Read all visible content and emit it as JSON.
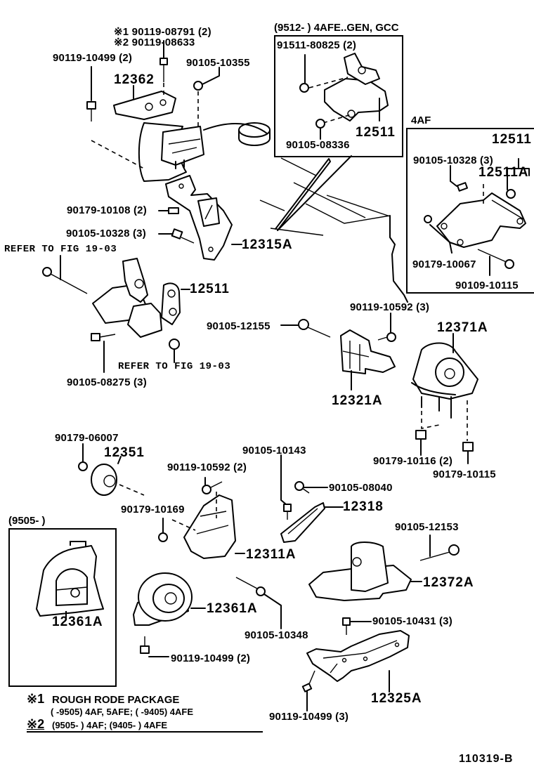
{
  "diagram": {
    "type": "exploded parts diagram",
    "subject": "Engine mounting (mounts, brackets, insulators)",
    "figure_code": "110319-B"
  },
  "groups": {
    "gen_gcc": {
      "caption": "(9512-      ) 4AFE..GEN, GCC"
    },
    "4af": {
      "caption": "4AF"
    },
    "9505": {
      "caption": "(9505-       )"
    }
  },
  "labels": {
    "p_90119_08791": "※1 90119-08791 (2)",
    "p_90119_08633": "※2 90119-08633",
    "p_90119_10499_top": "90119-10499 (2)",
    "p_90105_10355": "90105-10355",
    "p_12362": "12362",
    "p_91511_80825": "91511-80825 (2)",
    "p_12511_gen": "12511",
    "p_90105_08336": "90105-08336",
    "p_12511_4af": "12511",
    "p_90105_10328_4af": "90105-10328 (3)",
    "p_12511A": "12511A",
    "p_90179_10067": "90179-10067",
    "p_90109_10115": "90109-10115",
    "p_90179_10108": "90179-10108 (2)",
    "p_90105_10328": "90105-10328 (3)",
    "p_12315A": "12315A",
    "refer_1": "REFER TO FIG 19-03",
    "p_12511_mid": "12511",
    "p_90105_08275": "90105-08275 (3)",
    "refer_2": "REFER TO FIG 19-03",
    "p_90119_10592_3": "90119-10592 (3)",
    "p_90105_12155": "90105-12155",
    "p_12371A": "12371A",
    "p_12321A": "12321A",
    "p_90179_10116": "90179-10116 (2)",
    "p_90179_10115": "90179-10115",
    "p_90179_06007": "90179-06007",
    "p_12351": "12351",
    "p_90119_10592_2": "90119-10592 (2)",
    "p_90105_10143": "90105-10143",
    "p_90105_08040": "90105-08040",
    "p_12318": "12318",
    "p_90179_10169": "90179-10169",
    "p_12311A": "12311A",
    "p_90105_12153": "90105-12153",
    "p_12372A": "12372A",
    "p_12361A_inset": "12361A",
    "p_12361A": "12361A",
    "p_90105_10348": "90105-10348",
    "p_90105_10431": "90105-10431 (3)",
    "p_90119_10499_bot": "90119-10499 (2)",
    "p_12325A": "12325A",
    "p_90119_10499_3": "90119-10499 (3)"
  },
  "notes": {
    "n1_mark": "※1",
    "n1_text": "ROUGH RODE PACKAGE",
    "n1_line2": "(      -9505) 4AF, 5AFE; (      -9405) 4AFE",
    "n2_mark": "※2",
    "n2_text": "(9505-         ) 4AF; (9405-         ) 4AFE"
  }
}
